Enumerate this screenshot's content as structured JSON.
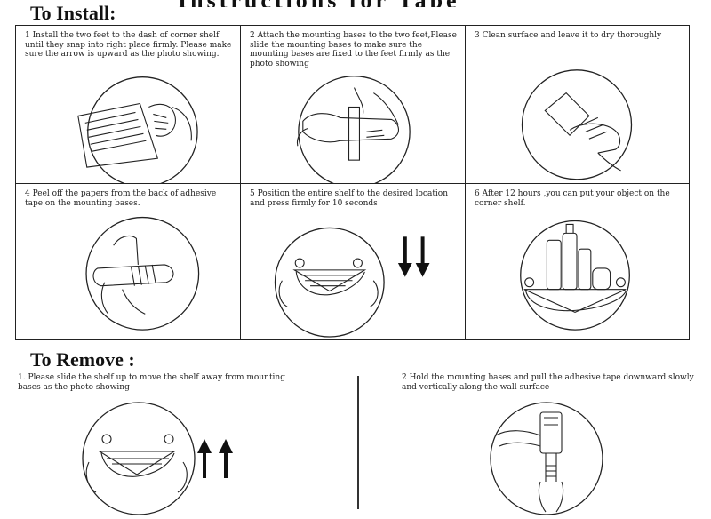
{
  "header": {
    "top_cut_text": "Instructions for Tape",
    "install_title": "To Install:",
    "remove_title": "To Remove :"
  },
  "install_steps": [
    {
      "text": "1 Install the two feet to the dash of corner  shelf until they snap into right place firmly. Please make sure the arrow is upward as the photo showing."
    },
    {
      "text": "2 Attach the mounting bases to the two feet,Please slide the mounting bases to make sure the mounting bases are fixed to the feet firmly as the photo showing"
    },
    {
      "text": "3 Clean surface and leave it to dry thoroughly"
    },
    {
      "text": "4 Peel off the papers from the back of adhesive tape on the mounting bases."
    },
    {
      "text": "5 Position the entire shelf to the desired location and press firmly for 10 seconds"
    },
    {
      "text": "6 After 12 hours ,you can put your object on the corner shelf."
    }
  ],
  "remove_steps": [
    {
      "text": "1. Please slide the shelf up to move the shelf away from mounting bases as the photo showing"
    },
    {
      "text": "2 Hold the mounting bases and pull the adhesive tape downward slowly and vertically along the wall surface"
    }
  ],
  "icons": {
    "press_arrows": "down-arrows-icon",
    "remove_arrows": "up-arrows-icon"
  }
}
